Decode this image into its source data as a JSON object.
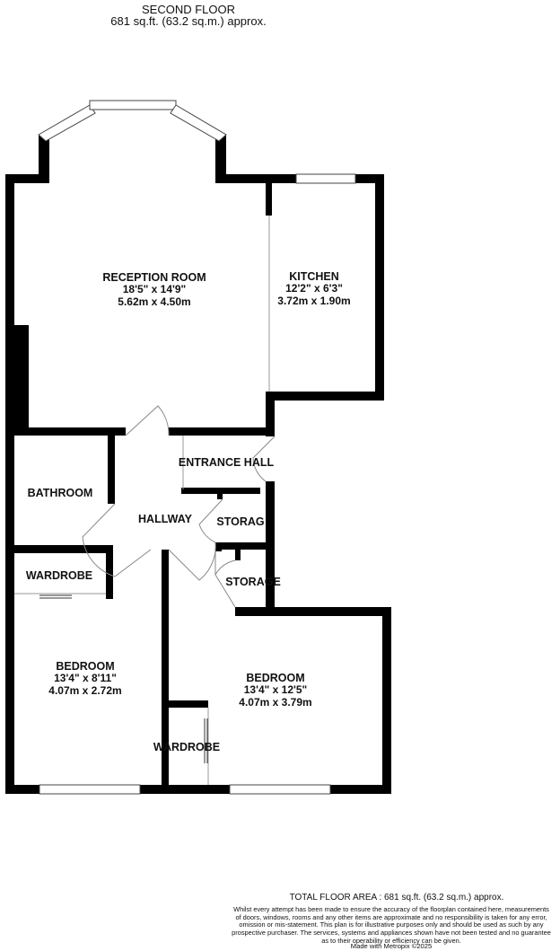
{
  "header": {
    "floor": "SECOND FLOOR",
    "area": "681 sq.ft. (63.2 sq.m.) approx."
  },
  "rooms": {
    "reception": {
      "name": "RECEPTION ROOM",
      "imperial": "18'5\" x 14'9\"",
      "metric": "5.62m x 4.50m"
    },
    "kitchen": {
      "name": "KITCHEN",
      "imperial": "12'2\" x 6'3\"",
      "metric": "3.72m x 1.90m"
    },
    "entrance_hall": {
      "name": "ENTRANCE HALL"
    },
    "bathroom": {
      "name": "BATHROOM"
    },
    "hallway": {
      "name": "HALLWAY"
    },
    "storage_1": {
      "name": "STORAG"
    },
    "storage_2": {
      "name": "STORAGE"
    },
    "wardrobe_1": {
      "name": "WARDROBE"
    },
    "bedroom_1": {
      "name": "BEDROOM",
      "imperial": "13'4\" x 8'11\"",
      "metric": "4.07m x 2.72m"
    },
    "bedroom_2": {
      "name": "BEDROOM",
      "imperial": "13'4\" x 12'5\"",
      "metric": "4.07m x 3.79m"
    },
    "wardrobe_2": {
      "name": "WARDROBE"
    }
  },
  "footer": {
    "total_area": "TOTAL FLOOR AREA : 681 sq.ft. (63.2 sq.m.) approx.",
    "disclaimer": "Whilst every attempt has been made to ensure the accuracy of the floorplan contained here, measurements of doors, windows, rooms and any other items are approximate and no responsibility is taken for any error, omission or mis-statement. This plan is for illustrative purposes only and should be used as such by any prospective purchaser. The services, systems and appliances shown have not been tested and no guarantee as to their operability or efficiency can be given.",
    "credit": "Made with Metropix ©2025"
  },
  "colors": {
    "wall": "#000000",
    "window": "#ffffff",
    "thin_line": "#888888"
  }
}
